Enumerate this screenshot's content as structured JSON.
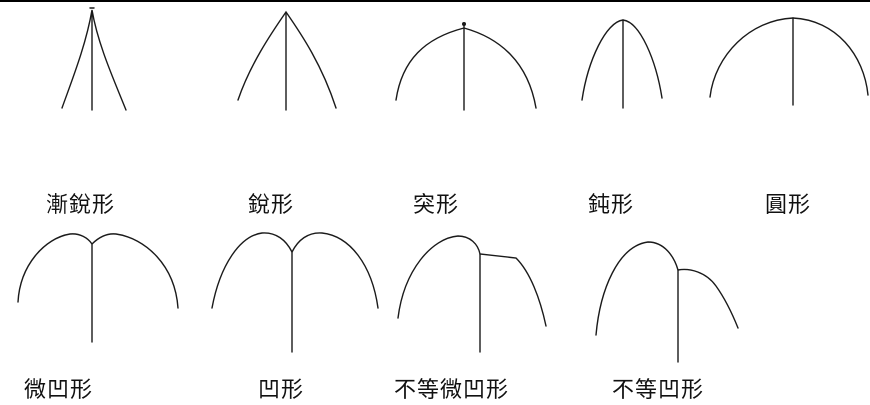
{
  "row1": [
    {
      "id": "acuminate",
      "label": "漸銳形"
    },
    {
      "id": "acute",
      "label": "銳形"
    },
    {
      "id": "mucronate",
      "label": "突形"
    },
    {
      "id": "obtuse",
      "label": "鈍形"
    },
    {
      "id": "rounded",
      "label": "圓形"
    }
  ],
  "row2": [
    {
      "id": "retuse",
      "label": "微凹形"
    },
    {
      "id": "emarginate",
      "label": "凹形"
    },
    {
      "id": "unequal-retuse",
      "label": "不等微凹形"
    },
    {
      "id": "unequal-emarginate",
      "label": "不等凹形"
    }
  ]
}
